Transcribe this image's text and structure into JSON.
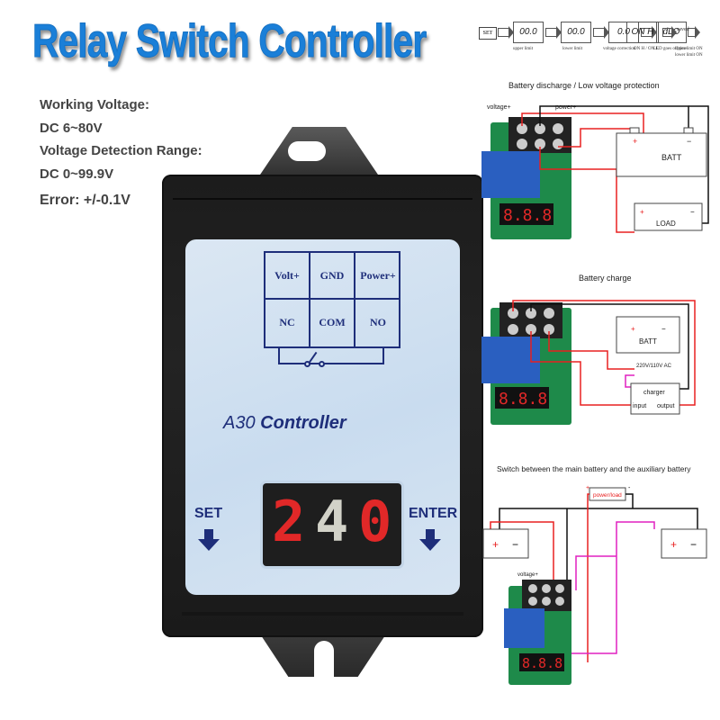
{
  "title": "Relay Switch Controller",
  "specs": {
    "working_voltage_label": "Working Voltage:",
    "working_voltage_value": "DC 6~80V",
    "detection_range_label": "Voltage Detection Range:",
    "detection_range_value": "DC 0~99.9V",
    "error": "Error: +/-0.1V"
  },
  "flow": {
    "start": "SET",
    "steps": [
      {
        "display": "00.0",
        "label": "upper limit"
      },
      {
        "display": "00.0",
        "label": "lower limit"
      },
      {
        "display": "0.0",
        "label": "voltage correction"
      },
      {
        "display": "dLO",
        "label": "LED goes off  time"
      },
      {
        "display": "ON H",
        "label": "ON H / ON L"
      }
    ],
    "end_label": "saved",
    "end_notes": [
      "upper limit ON",
      "lower limit ON"
    ]
  },
  "device": {
    "terminals": [
      "Volt+",
      "GND",
      "Power+",
      "NC",
      "COM",
      "NO"
    ],
    "model": "A30",
    "brand": "Controller",
    "display_digits": [
      "2",
      "4",
      "0"
    ],
    "set_label": "SET",
    "enter_label": "ENTER",
    "colors": {
      "panel": "#cfe0f1",
      "ink": "#1e2e7a",
      "led": "#e12828",
      "case": "#1c1c1c"
    }
  },
  "diagrams": [
    {
      "title": "Battery discharge / Low voltage protection",
      "labels": [
        "voltage+",
        "power+"
      ],
      "boxes": [
        {
          "name": "BATT",
          "plus": "+",
          "minus": "−"
        },
        {
          "name": "LOAD",
          "plus": "+",
          "minus": "−"
        }
      ]
    },
    {
      "title": "Battery  charge",
      "boxes": [
        {
          "name": "BATT",
          "plus": "+",
          "minus": "−"
        },
        {
          "name": "charger",
          "input": "input",
          "output": "output"
        }
      ],
      "ac_label": "220V/110V AC"
    },
    {
      "title": "Switch between the main battery and the auxiliary battery",
      "labels": [
        "voltage+"
      ],
      "boxes": [
        {
          "name": "power/load",
          "plus": "+",
          "minus": "-"
        }
      ],
      "battery_plus": "+",
      "battery_minus": "−"
    }
  ],
  "wire_colors": {
    "red": "#e82020",
    "black": "#111111",
    "magenta": "#e020c0"
  }
}
